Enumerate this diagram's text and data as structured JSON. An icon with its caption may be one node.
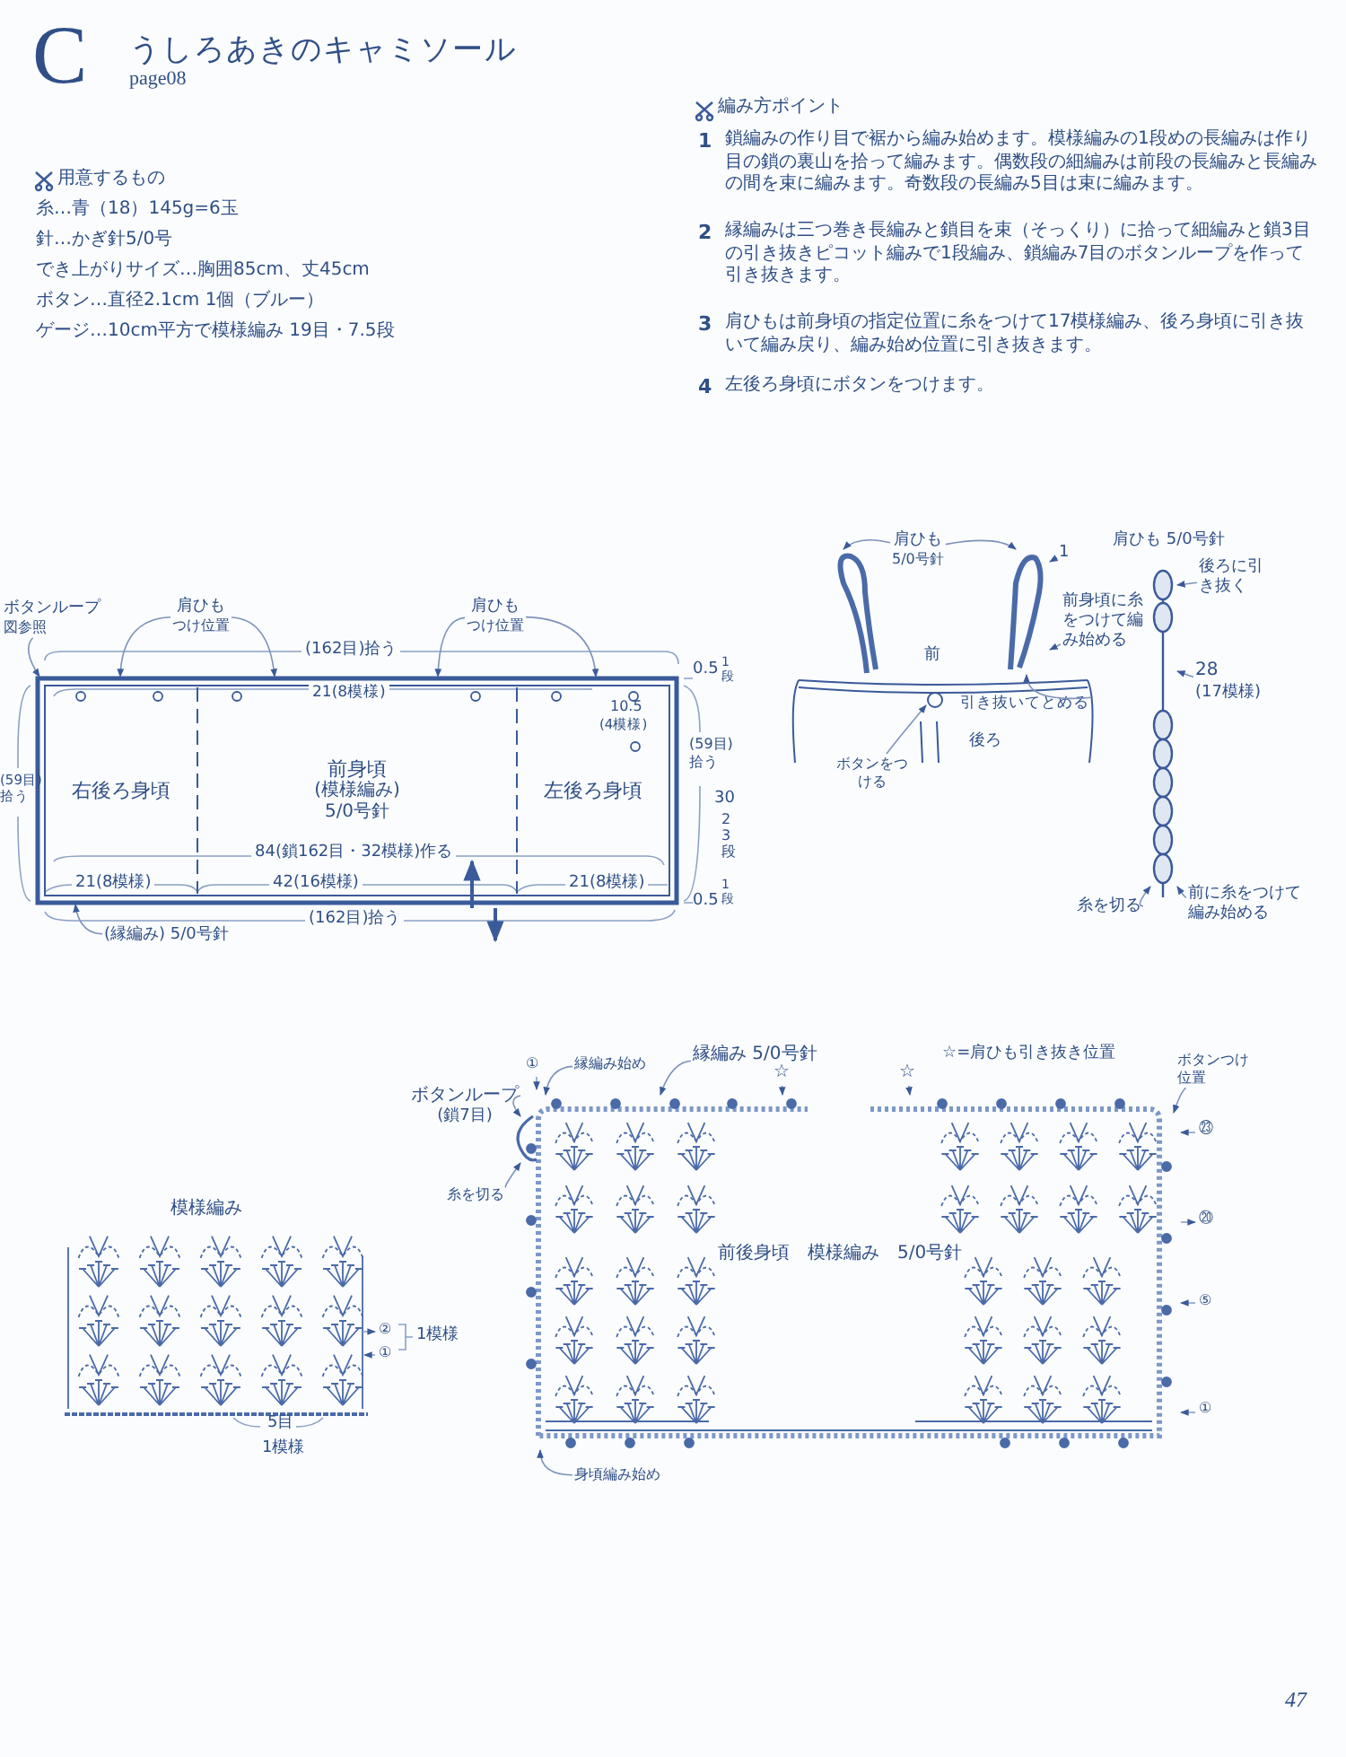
{
  "diagram": {
    "title": "うしろあきのキャミソール",
    "nodes": [
      {
        "text": [],
        "shape": "box"
      },
      {
        "text": [
          "右後ろ身頃"
        ],
        "in": 0
      },
      {
        "text": [
          "前身頃",
          "(模様編み)",
          "5/0号針"
        ],
        "in": 0
      },
      {
        "text": [
          "左後ろ身頃"
        ],
        "in": 0
      },
      {
        "text": [
          "ボタンループ",
          "図参照"
        ]
      },
      {
        "text": [
          "肩ひも",
          "つけ位置"
        ]
      },
      {
        "text": [
          "肩ひも",
          "つけ位置"
        ]
      },
      {
        "text": [
          "(縁編み) 5/0号針"
        ]
      },
      {
        "text": [],
        "shape": "picture"
      },
      {
        "text": [],
        "shape": "picture"
      },
      {
        "text": [],
        "shape": "circle"
      },
      {
        "text": [
          "肩ひも",
          "5/0号針"
        ]
      },
      {
        "text": [
          "1"
        ]
      },
      {
        "text": [
          "前身頃に糸をつけて編み始める"
        ]
      },
      {
        "text": [
          "引き抜いてとめる"
        ]
      },
      {
        "text": [
          "ボタンをつける"
        ]
      },
      {
        "text": [],
        "shape": "picture"
      },
      {
        "text": [
          "後ろに引き抜く"
        ]
      },
      {
        "text": [
          "28",
          "(17模様)"
        ]
      },
      {
        "text": [
          "糸を切る"
        ]
      },
      {
        "text": [
          "前に糸をつけて編み始める"
        ]
      },
      {
        "text": [],
        "shape": "picture"
      },
      {
        "text": [
          "縁編み始め"
        ]
      },
      {
        "text": [
          "縁編み 5/0号針"
        ]
      },
      {
        "text": [
          "☆"
        ]
      },
      {
        "text": [
          "☆"
        ]
      },
      {
        "text": [
          "ボタンループ",
          "(鎖7目)"
        ]
      },
      {
        "text": [
          "糸を切る"
        ]
      },
      {
        "text": [
          "ボタンつけ位置"
        ]
      },
      {
        "text": [
          "身頃編み始め"
        ]
      }
    ],
    "edges": [
      {
        "from": 4,
        "to": 0,
        "arrow": "to"
      },
      {
        "from": 5,
        "to": 0,
        "arrow": "to"
      },
      {
        "from": 5,
        "to": 0,
        "arrow": "to"
      },
      {
        "from": 6,
        "to": 0,
        "arrow": "to"
      },
      {
        "from": 6,
        "to": 0,
        "arrow": "to"
      },
      {
        "from": 7,
        "to": 0,
        "arrow": "to"
      },
      {
        "from": 11,
        "to": 8,
        "arrow": "to"
      },
      {
        "from": 11,
        "to": 9,
        "arrow": "to"
      },
      {
        "from": 12,
        "to": 9,
        "arrow": "to"
      },
      {
        "from": 13,
        "to": 9,
        "arrow": "to"
      },
      {
        "from": 14,
        "to": 9,
        "arrow": "to"
      },
      {
        "from": 15,
        "to": 10,
        "arrow": "to"
      },
      {
        "from": 17,
        "to": 16,
        "arrow": "to"
      },
      {
        "from": 18,
        "to": 16,
        "arrow": "to"
      },
      {
        "from": 19,
        "to": 16,
        "arrow": "to"
      },
      {
        "from": 20,
        "to": 16,
        "arrow": "to"
      },
      {
        "from": 22,
        "to": 21,
        "arrow": "to"
      },
      {
        "from": 23,
        "to": 21,
        "arrow": "to"
      },
      {
        "from": 24,
        "to": 21,
        "arrow": "to"
      },
      {
        "from": 25,
        "to": 21,
        "arrow": "to"
      },
      {
        "from": 26,
        "to": 21,
        "arrow": "to"
      },
      {
        "from": 27,
        "to": 21,
        "arrow": "to"
      },
      {
        "from": 28,
        "to": 21,
        "arrow": "to"
      },
      {
        "from": 29,
        "to": 21,
        "arrow": "to"
      }
    ],
    "labels": [
      "C",
      "page08",
      "用意するもの",
      "糸…青（18）145g=6玉",
      "針…かぎ針5/0号",
      "でき上がりサイズ…胸囲85cm、丈45cm",
      "ボタン…直径2.1cm 1個（ブルー）",
      "ゲージ…10cm平方で模様編み 19目・7.5段",
      "編み方ポイント",
      "1",
      "鎖編みの作り目で裾から編み始めます。模様編みの1段めの長編みは作り目の鎖の裏山を拾って編みます。偶数段の細編みは前段の長編みと長編みの間を束に編みます。奇数段の長編み5目は束に編みます。",
      "2",
      "縁編みは三つ巻き長編みと鎖目を束（そっくり）に拾って細編みと鎖3目の引き抜きピコット編みで1段編み、鎖編み7目のボタンループを作って引き抜きます。",
      "3",
      "肩ひもは前身頃の指定位置に糸をつけて17模様編み、後ろ身頃に引き抜いて編み戻り、編み始め位置に引き抜きます。",
      "4",
      "左後ろ身頃にボタンをつけます。",
      "(162目)拾う",
      "21(8模様)",
      "10.5",
      "(4模様)",
      "0.5",
      "1段",
      "(59目)拾う",
      "30",
      "23段",
      "0.5",
      "1段",
      "(59目)拾う",
      "84(鎖162目・32模様)作る",
      "21(8模様)",
      "42(16模様)",
      "21(8模様)",
      "(162目)拾う",
      "前",
      "後ろ",
      "肩ひも 5/0号針",
      "模様編み",
      "②",
      "①",
      "1模様",
      "5目",
      "1模様",
      "①",
      "☆=肩ひも引き抜き位置",
      "㉓",
      "⑳",
      "⑤",
      "①",
      "前後身頃　模様編み　5/0号針",
      "47"
    ]
  }
}
